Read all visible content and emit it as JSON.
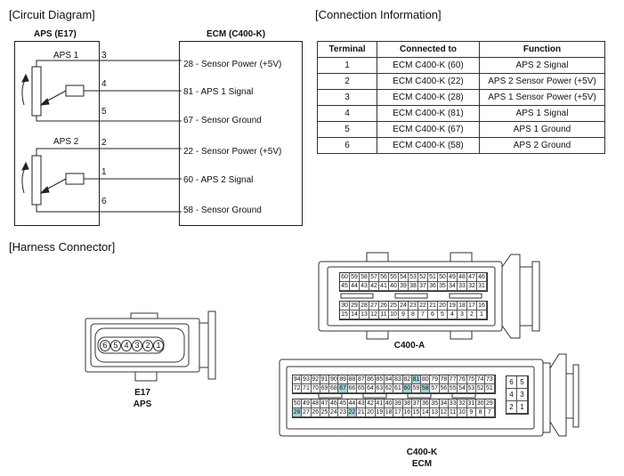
{
  "titles": {
    "circuit": "[Circuit Diagram]",
    "connection": "[Connection Information]",
    "harness": "[Harness Connector]"
  },
  "aps_box": {
    "title": "APS (E17)",
    "sensor1": "APS 1",
    "sensor2": "APS 2",
    "pins": [
      "3",
      "4",
      "5",
      "2",
      "1",
      "6"
    ]
  },
  "ecm_box": {
    "title": "ECM (C400-K)",
    "lines": [
      "28 - Sensor Power (+5V)",
      "81 - APS 1 Signal",
      "67 - Sensor Ground",
      "22 - Sensor Power (+5V)",
      "60 - APS 2 Signal",
      "58 - Sensor Ground"
    ]
  },
  "table": {
    "headers": [
      "Terminal",
      "Connected to",
      "Function"
    ],
    "rows": [
      [
        "1",
        "ECM C400-K (60)",
        "APS 2 Signal"
      ],
      [
        "2",
        "ECM C400-K (22)",
        "APS 2 Sensor Power (+5V)"
      ],
      [
        "3",
        "ECM C400-K (28)",
        "APS 1 Sensor Power (+5V)"
      ],
      [
        "4",
        "ECM C400-K (81)",
        "APS 1 Signal"
      ],
      [
        "5",
        "ECM C400-K (67)",
        "APS 1 Ground"
      ],
      [
        "6",
        "ECM C400-K (58)",
        "APS 2 Ground"
      ]
    ]
  },
  "e17": {
    "pins": [
      "6",
      "5",
      "4",
      "3",
      "2",
      "1"
    ],
    "label1": "E17",
    "label2": "APS"
  },
  "c400a": {
    "label": "C400-A",
    "row1": [
      "60",
      "59",
      "58",
      "57",
      "56",
      "55",
      "54",
      "53",
      "52",
      "51",
      "50",
      "49",
      "48",
      "47",
      "46"
    ],
    "row2": [
      "45",
      "44",
      "43",
      "42",
      "41",
      "40",
      "39",
      "38",
      "37",
      "36",
      "35",
      "34",
      "33",
      "32",
      "31"
    ],
    "row3": [
      "30",
      "29",
      "28",
      "27",
      "26",
      "25",
      "24",
      "23",
      "22",
      "21",
      "20",
      "19",
      "18",
      "17",
      "16"
    ],
    "row4": [
      "15",
      "14",
      "13",
      "12",
      "11",
      "10",
      "9",
      "8",
      "7",
      "6",
      "5",
      "4",
      "3",
      "2",
      "1"
    ]
  },
  "c400k": {
    "label1": "C400-K",
    "label2": "ECM",
    "row1": [
      "94",
      "93",
      "92",
      "91",
      "90",
      "89",
      "88",
      "87",
      "86",
      "85",
      "84",
      "83",
      "82",
      "81",
      "80",
      "79",
      "78",
      "77",
      "76",
      "75",
      "74",
      "73"
    ],
    "row2": [
      "72",
      "71",
      "70",
      "69",
      "68",
      "67",
      "66",
      "65",
      "64",
      "63",
      "62",
      "61",
      "60",
      "59",
      "58",
      "57",
      "56",
      "55",
      "54",
      "53",
      "52",
      "51"
    ],
    "row3": [
      "50",
      "49",
      "48",
      "47",
      "46",
      "45",
      "44",
      "43",
      "42",
      "41",
      "40",
      "39",
      "38",
      "37",
      "36",
      "35",
      "34",
      "33",
      "32",
      "31",
      "30",
      "29"
    ],
    "row4": [
      "28",
      "27",
      "26",
      "25",
      "24",
      "23",
      "22",
      "21",
      "20",
      "19",
      "18",
      "17",
      "16",
      "15",
      "14",
      "13",
      "12",
      "11",
      "10",
      "9",
      "8",
      "7"
    ],
    "side": [
      [
        "6",
        "5"
      ],
      [
        "4",
        "3"
      ],
      [
        "2",
        "1"
      ]
    ],
    "highlight": [
      "81",
      "67",
      "60",
      "58",
      "28",
      "22"
    ],
    "highlight_color": "#9fd3d6"
  }
}
